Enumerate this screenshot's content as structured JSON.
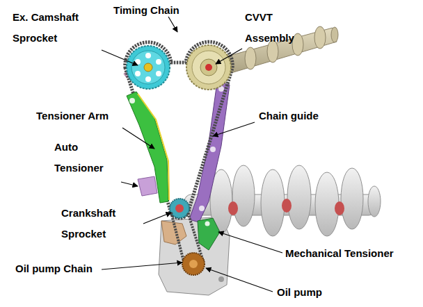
{
  "diagram": {
    "labels": [
      "Ex. Camshaft Sprocket",
      "Timing Chain",
      "CVVT Assembly",
      "Tensioner Arm",
      "Chain guide",
      "Auto Tensioner",
      "Crankshaft Sprocket",
      "Mechanical Tensioner",
      "Oil pump Chain",
      "Oil pump"
    ]
  }
}
